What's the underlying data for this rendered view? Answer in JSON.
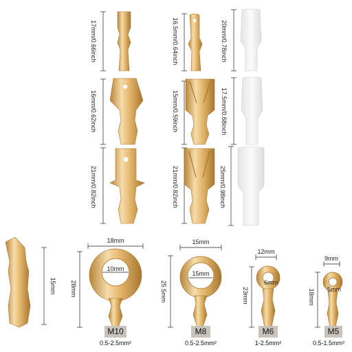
{
  "terminals": {
    "row1": {
      "a": "17mm/0.66inch",
      "b": "16.5mm/0.64inch",
      "c": "20mm/0.78inch"
    },
    "row2": {
      "a": "16mm/0.62inch",
      "b": "15mm/0.59inch",
      "c": "17.5mm/0.68inch"
    },
    "row3": {
      "a": "21mm/0.82inch",
      "b": "21mm/0.82inch",
      "c": "25mm/0.98inch"
    }
  },
  "butt": {
    "length": "15mm"
  },
  "rings": [
    {
      "size": "M10",
      "outer": "18mm",
      "hole": "10mm",
      "length": "28mm",
      "range": "0.5-2.5mm²"
    },
    {
      "size": "M8",
      "outer": "15mm",
      "hole": "15mm",
      "length": "25.5mm",
      "range": "0.5-2.5mm²"
    },
    {
      "size": "M6",
      "outer": "12mm",
      "hole": "6mm",
      "length": "23mm",
      "range": "1-2.5mm²"
    },
    {
      "size": "M5",
      "outer": "9mm",
      "hole": "5mm",
      "length": "18mm",
      "range": "0.5-1.5mm²"
    }
  ],
  "colors": {
    "brass": "#e2b56a",
    "brass_dark": "#b7853c",
    "brass_light": "#f6dcaa",
    "sleeve": "#eeeeee",
    "tag_bg": "#c8c3bc"
  }
}
